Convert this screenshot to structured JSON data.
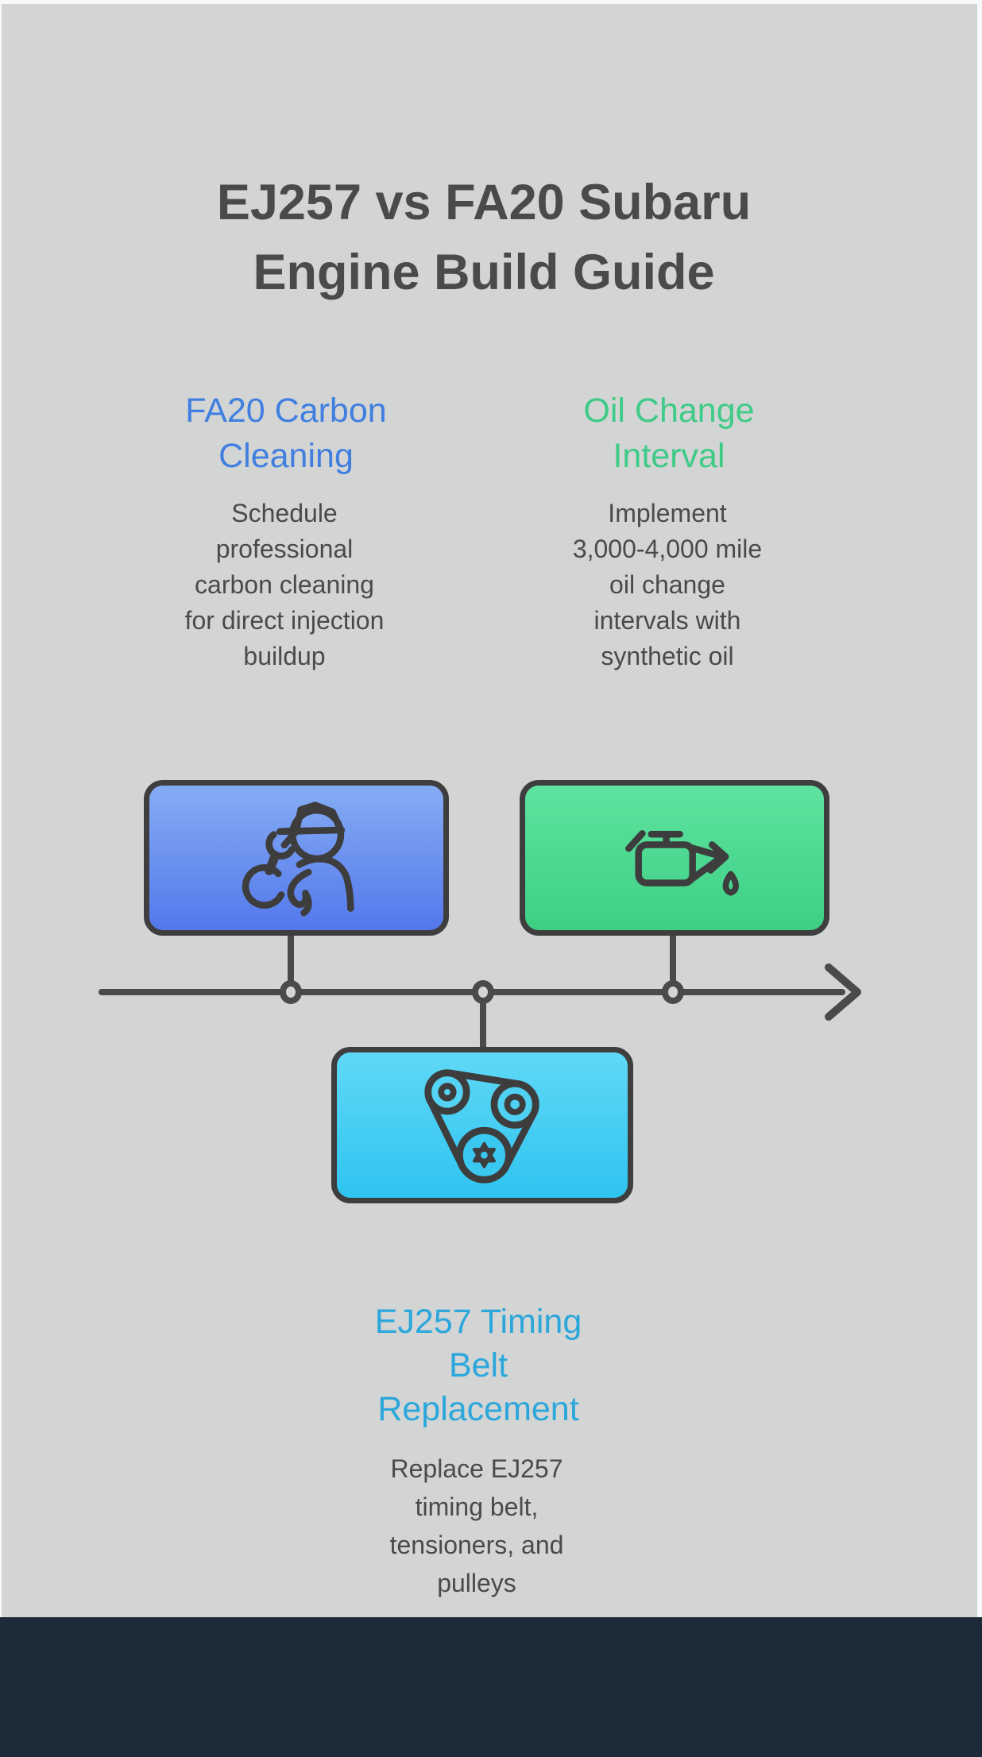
{
  "infographic": {
    "title": "EJ257 vs FA20 Subaru\nEngine Build Guide",
    "steps": [
      {
        "id": "fa20-carbon-cleaning",
        "heading": "FA20 Carbon\nCleaning",
        "description": "Schedule\nprofessional\ncarbon cleaning\nfor direct injection\nbuildup",
        "accent_color": "#407fe0",
        "icon": "mechanic-icon",
        "box_gradient_top": "#85adf4",
        "box_gradient_bottom": "#5478ec",
        "position": "above-timeline-left"
      },
      {
        "id": "oil-change-interval",
        "heading": "Oil Change\nInterval",
        "description": "Implement\n3,000-4,000 mile\noil change\nintervals with\nsynthetic oil",
        "accent_color": "#3ecb87",
        "icon": "oil-can-icon",
        "box_gradient_top": "#5ee3a0",
        "box_gradient_bottom": "#3ecf84",
        "position": "above-timeline-right"
      },
      {
        "id": "ej257-timing-belt",
        "heading": "EJ257 Timing\nBelt\nReplacement",
        "description": "Replace EJ257\ntiming belt,\ntensioners, and\npulleys",
        "accent_color": "#2ba7dc",
        "icon": "timing-belt-icon",
        "box_gradient_top": "#60d8f6",
        "box_gradient_bottom": "#2fc4f0",
        "position": "below-timeline-center"
      }
    ],
    "timeline": {
      "direction": "left-to-right",
      "node_count": 3,
      "line_color": "#4a4a4a",
      "arrow": "right-arrowhead"
    },
    "colors": {
      "canvas_bg": "#d3d4d4",
      "page_bg": "#f7f8fa",
      "footer_bg": "#1d2b38",
      "title_color": "#4a4a4a",
      "body_text_color": "#4a4a4a",
      "outline_color": "#3e3e3e",
      "icon_stroke": "#3d3d3d"
    }
  }
}
